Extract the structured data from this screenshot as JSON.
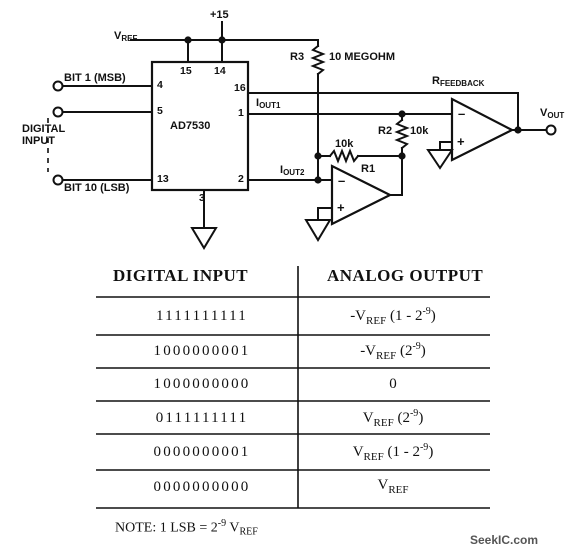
{
  "schematic": {
    "supply": "+15",
    "vref_main": "V",
    "vref_sub": "REF",
    "r3_label": "R3",
    "r3_value": "10 MEGOHM",
    "rfb_main": "R",
    "rfb_sub": "FEEDBACK",
    "bit1": "BIT 1 (MSB)",
    "bit10": "BIT 10 (LSB)",
    "digital_input": "DIGITAL",
    "digital_input2": "INPUT",
    "chip": "AD7530",
    "pin15": "15",
    "pin14": "14",
    "pin16": "16",
    "pin4": "4",
    "pin5": "5",
    "pin13": "13",
    "pin1": "1",
    "pin2": "2",
    "pin3": "3",
    "iout1_main": "I",
    "iout1_sub": "OUT1",
    "iout2_main": "I",
    "iout2_sub": "OUT2",
    "r1": "R1",
    "r1_value": "10k",
    "r2": "R2",
    "r2_value": "10k",
    "vout_main": "V",
    "vout_sub": "OUT",
    "minus": "–",
    "plus": "+"
  },
  "table": {
    "header_input": "DIGITAL INPUT",
    "header_output": "ANALOG OUTPUT",
    "rows": [
      {
        "input": "1111111111",
        "out_pre": "-V",
        "out_sub": "REF",
        "out_post": " (1 - 2",
        "out_sup": "-9",
        "out_end": ")"
      },
      {
        "input": "1000000001",
        "out_pre": "-V",
        "out_sub": "REF",
        "out_post": " (2",
        "out_sup": "-9",
        "out_end": ")"
      },
      {
        "input": "1000000000",
        "out_pre": "0",
        "out_sub": "",
        "out_post": "",
        "out_sup": "",
        "out_end": ""
      },
      {
        "input": "0111111111",
        "out_pre": "V",
        "out_sub": "REF",
        "out_post": " (2",
        "out_sup": "-9",
        "out_end": ")"
      },
      {
        "input": "0000000001",
        "out_pre": "V",
        "out_sub": "REF",
        "out_post": " (1 - 2",
        "out_sup": "-9",
        "out_end": ")"
      },
      {
        "input": "0000000000",
        "out_pre": "V",
        "out_sub": "REF",
        "out_post": "",
        "out_sup": "",
        "out_end": ""
      }
    ]
  },
  "note": {
    "text": "NOTE: 1 LSB = 2",
    "sup": "-9",
    "mid": " V",
    "sub": "REF"
  },
  "watermark": "SeekIC.com"
}
